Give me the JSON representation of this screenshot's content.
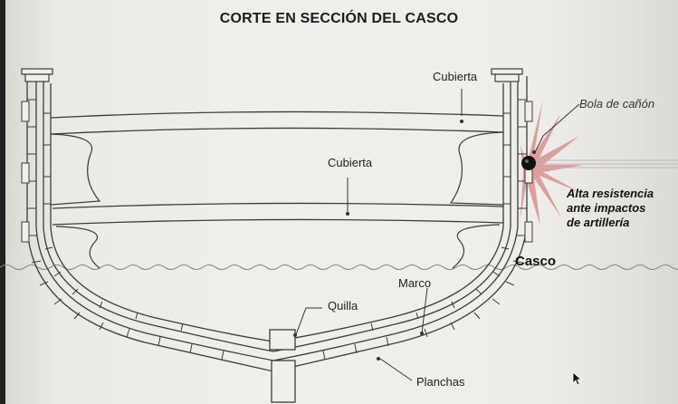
{
  "title": "CORTE EN SECCIÓN DEL CASCO",
  "labels": {
    "cubierta_top": "Cubierta",
    "cubierta_mid": "Cubierta",
    "bola": "Bola de cañón",
    "impact_line1": "Alta resistencia",
    "impact_line2": "ante impactos",
    "impact_line3": "de artillería",
    "casco": "Casco",
    "marco": "Marco",
    "quilla": "Quilla",
    "planchas": "Planchas"
  },
  "colors": {
    "line": "#3c3c3c",
    "impact": "#d99a98",
    "ball": "#111111",
    "water": "#777777"
  }
}
